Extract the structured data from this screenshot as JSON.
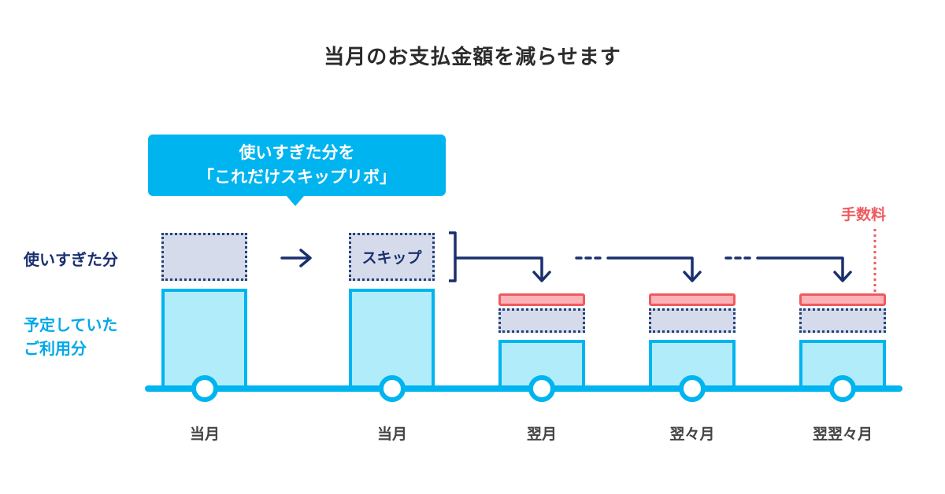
{
  "title": "当月のお支払金額を減らせます",
  "bubble": {
    "line1": "使いすぎた分を",
    "line2": "「これだけスキップリボ」"
  },
  "row_labels": {
    "over": "使いすぎた分",
    "planned_line1": "予定していた",
    "planned_line2": "ご利用分"
  },
  "skip_label": "スキップ",
  "fee_label": "手数料",
  "months": [
    "当月",
    "当月",
    "翌月",
    "翌々月",
    "翌翌々月"
  ],
  "colors": {
    "accent_blue": "#00b4f0",
    "light_blue": "#b1ecfb",
    "navy": "#1a2f6e",
    "fee_red": "#ee5a5f",
    "fee_pink": "#fcb3b7",
    "skip_gray": "#d5dbeb"
  }
}
